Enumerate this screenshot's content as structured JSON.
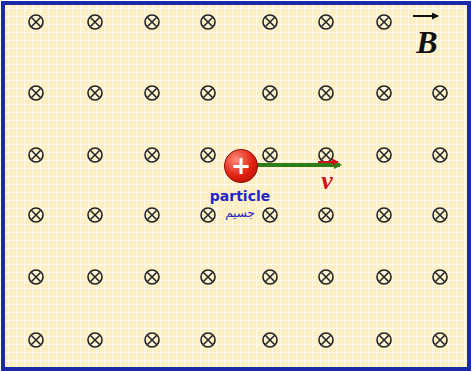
{
  "diagram": {
    "nodes": [
      {
        "text": [
          "+"
        ]
      }
    ],
    "labels": [
      "B",
      "v",
      "particle",
      "جسيم"
    ]
  }
}
